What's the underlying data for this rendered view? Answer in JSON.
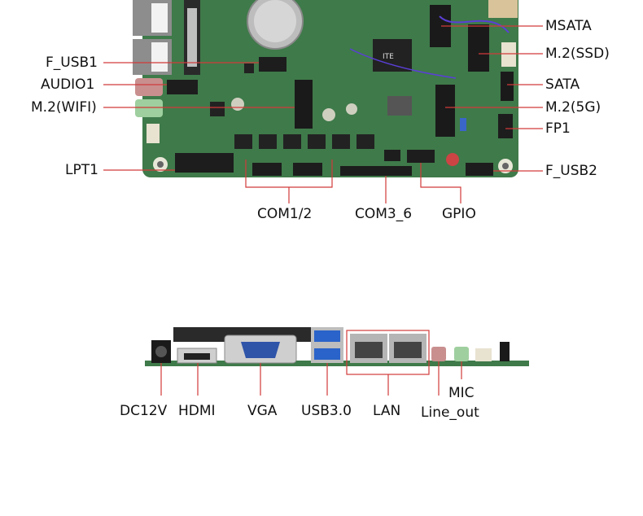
{
  "board_labels": {
    "left": [
      "F_USB1",
      "AUDIO1",
      "M.2(WIFI)",
      "LPT1"
    ],
    "right": [
      "MSATA",
      "M.2(SSD)",
      "SATA",
      "M.2(5G)",
      "FP1",
      "F_USB2"
    ],
    "bottom": [
      "COM1/2",
      "COM3_6",
      "GPIO"
    ]
  },
  "chip_markings": {
    "ite": "ITE"
  },
  "io_labels": [
    "DC12V",
    "HDMI",
    "VGA",
    "USB3.0",
    "LAN",
    "MIC",
    "Line_out"
  ],
  "colors": {
    "pcb": "#3f7a4a",
    "pcb_dark": "#2c5a36",
    "leader_line": "#d23a3a",
    "text": "#111111"
  }
}
